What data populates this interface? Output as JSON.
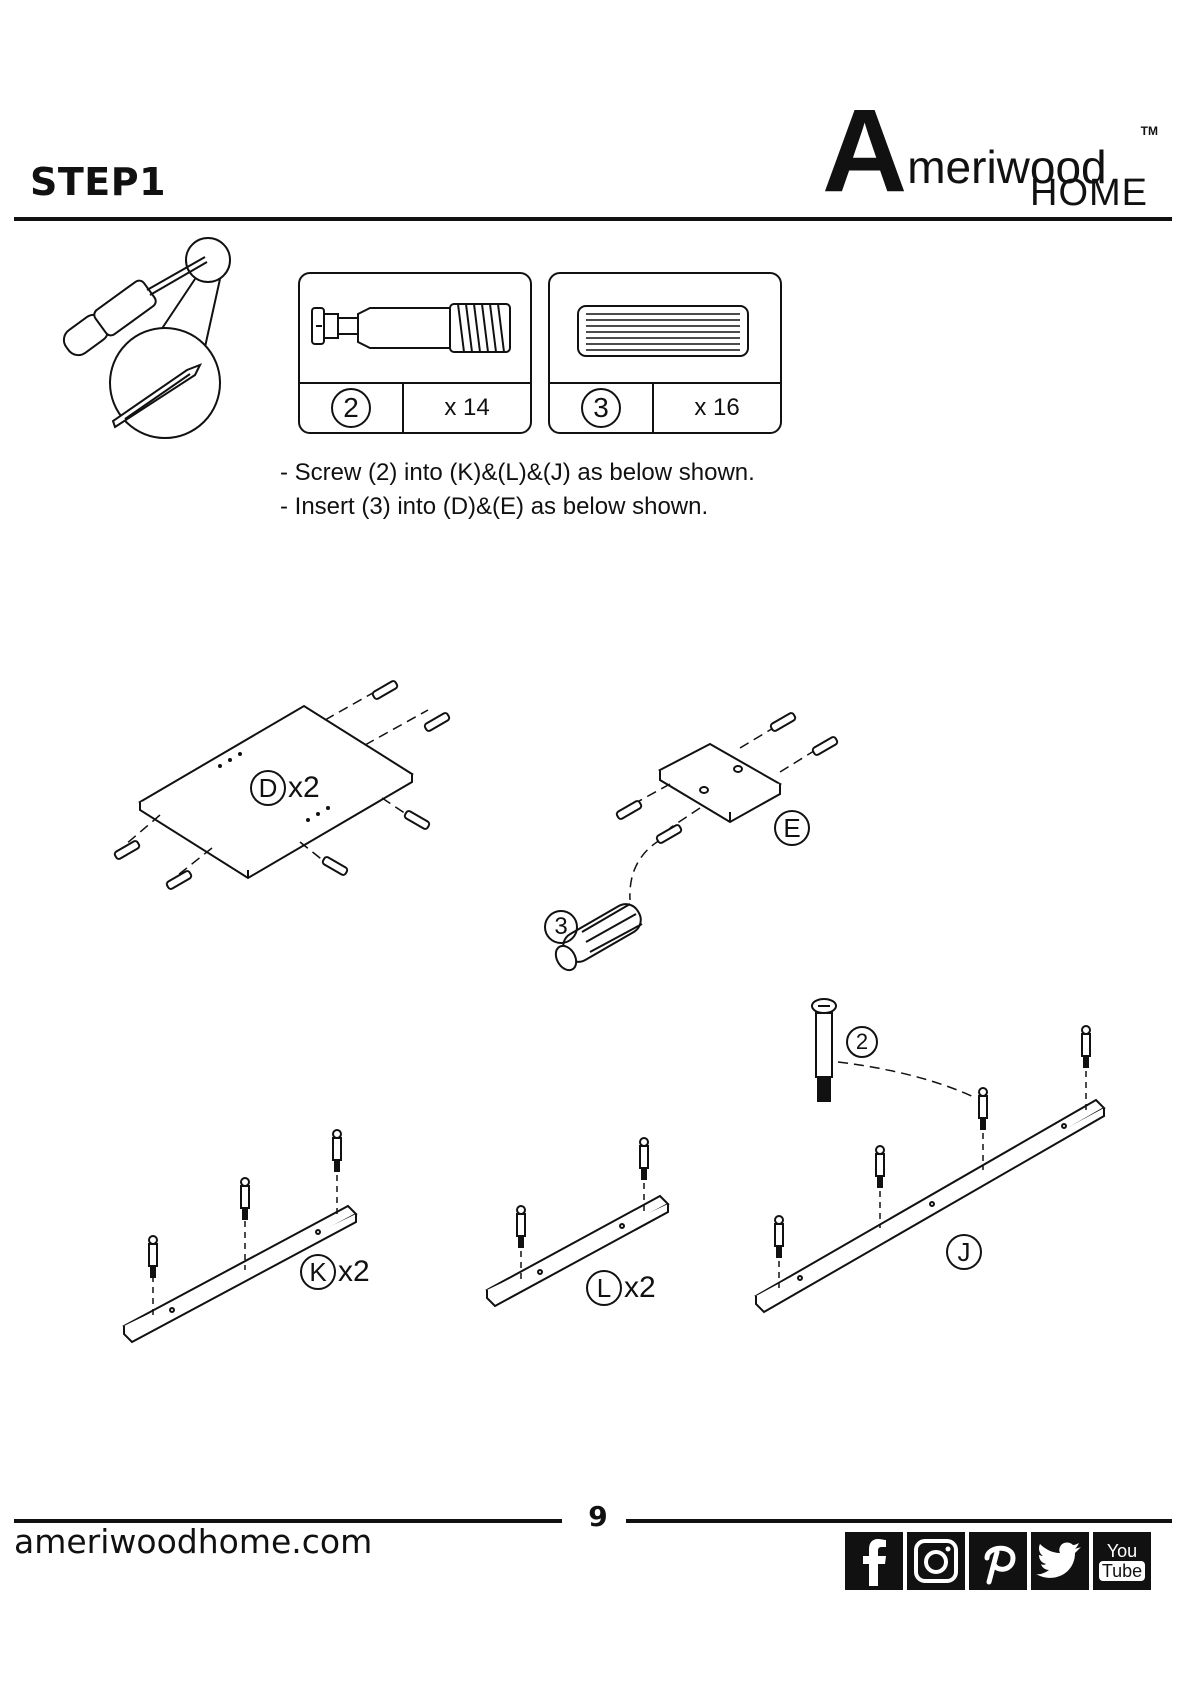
{
  "header": {
    "step_title": "STEP1",
    "logo": {
      "brand": "Ameriwood",
      "sub": "HOME"
    }
  },
  "hardware": [
    {
      "number": "2",
      "quantity": "x 14",
      "icon": "cam-bolt-icon"
    },
    {
      "number": "3",
      "quantity": "x 16",
      "icon": "wood-dowel-icon"
    }
  ],
  "instructions": [
    "- Screw (2) into (K)&(L)&(J) as below shown.",
    "- Insert (3) into (D)&(E) as below shown."
  ],
  "diagram_labels": {
    "d": {
      "letter": "D",
      "count": "x2"
    },
    "e": {
      "letter": "E"
    },
    "dowel": {
      "number": "3"
    },
    "bolt": {
      "number": "2"
    },
    "k": {
      "letter": "K",
      "count": "x2"
    },
    "l": {
      "letter": "L",
      "count": "x2"
    },
    "j": {
      "letter": "J"
    }
  },
  "footer": {
    "page_number": "9",
    "website": "ameriwoodhome.com",
    "social_icons": [
      "facebook-icon",
      "instagram-icon",
      "pinterest-icon",
      "twitter-icon",
      "youtube-icon"
    ],
    "youtube_text": {
      "top": "You",
      "bottom": "Tube"
    }
  }
}
